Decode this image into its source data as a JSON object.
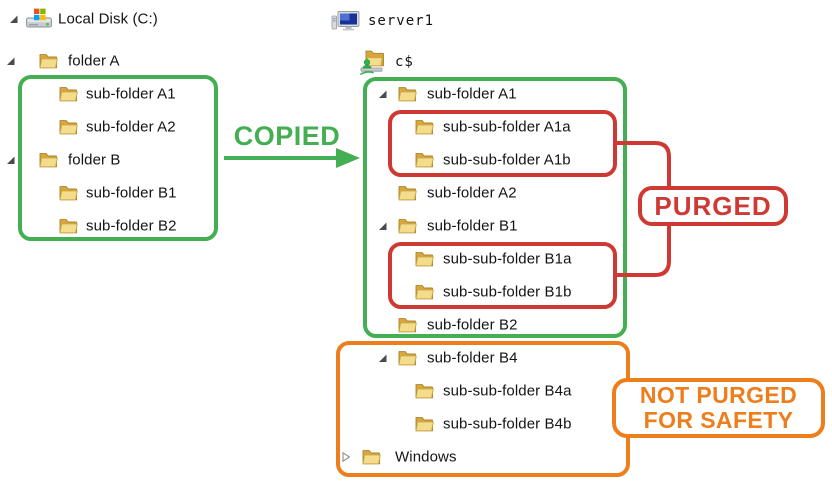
{
  "colors": {
    "copied_green": "#44ae52",
    "purged_red": "#ce3a33",
    "safety_orange": "#ee7d1b"
  },
  "left_tree": {
    "nodes": [
      {
        "label": "Local Disk (C:)",
        "icon": "drive-icon",
        "expander": "expanded",
        "level": 0
      },
      {
        "label": "folder A",
        "icon": "folder-icon",
        "expander": "expanded",
        "level": 1
      },
      {
        "label": "sub-folder A1",
        "icon": "folder-icon",
        "expander": "none",
        "level": 2
      },
      {
        "label": "sub-folder A2",
        "icon": "folder-icon",
        "expander": "none",
        "level": 2
      },
      {
        "label": "folder B",
        "icon": "folder-icon",
        "expander": "expanded",
        "level": 1
      },
      {
        "label": "sub-folder B1",
        "icon": "folder-icon",
        "expander": "none",
        "level": 2
      },
      {
        "label": "sub-folder B2",
        "icon": "folder-icon",
        "expander": "none",
        "level": 2
      }
    ]
  },
  "right_tree": {
    "nodes": [
      {
        "label": "server1",
        "icon": "computer-icon",
        "expander": "none",
        "level": 0,
        "mono": true
      },
      {
        "label": "c$",
        "icon": "shared-folder-icon",
        "expander": "none",
        "level": 1,
        "mono": true
      },
      {
        "label": "sub-folder A1",
        "icon": "folder-icon",
        "expander": "expanded",
        "level": 2
      },
      {
        "label": "sub-sub-folder A1a",
        "icon": "folder-icon",
        "expander": "none",
        "level": 3
      },
      {
        "label": "sub-sub-folder A1b",
        "icon": "folder-icon",
        "expander": "none",
        "level": 3
      },
      {
        "label": "sub-folder A2",
        "icon": "folder-icon",
        "expander": "none",
        "level": 2
      },
      {
        "label": "sub-folder B1",
        "icon": "folder-icon",
        "expander": "expanded",
        "level": 2
      },
      {
        "label": "sub-sub-folder B1a",
        "icon": "folder-icon",
        "expander": "none",
        "level": 3
      },
      {
        "label": "sub-sub-folder B1b",
        "icon": "folder-icon",
        "expander": "none",
        "level": 3
      },
      {
        "label": "sub-folder B2",
        "icon": "folder-icon",
        "expander": "none",
        "level": 2
      },
      {
        "label": "sub-folder B4",
        "icon": "folder-icon",
        "expander": "expanded",
        "level": 2
      },
      {
        "label": "sub-sub-folder B4a",
        "icon": "folder-icon",
        "expander": "none",
        "level": 3
      },
      {
        "label": "sub-sub-folder B4b",
        "icon": "folder-icon",
        "expander": "none",
        "level": 3
      },
      {
        "label": "Windows",
        "icon": "folder-icon",
        "expander": "collapsed",
        "level": 1
      }
    ]
  },
  "annotations": {
    "copied_label": "COPIED",
    "purged_label": "PURGED",
    "not_purged_line1": "NOT PURGED",
    "not_purged_line2": "FOR SAFETY"
  }
}
